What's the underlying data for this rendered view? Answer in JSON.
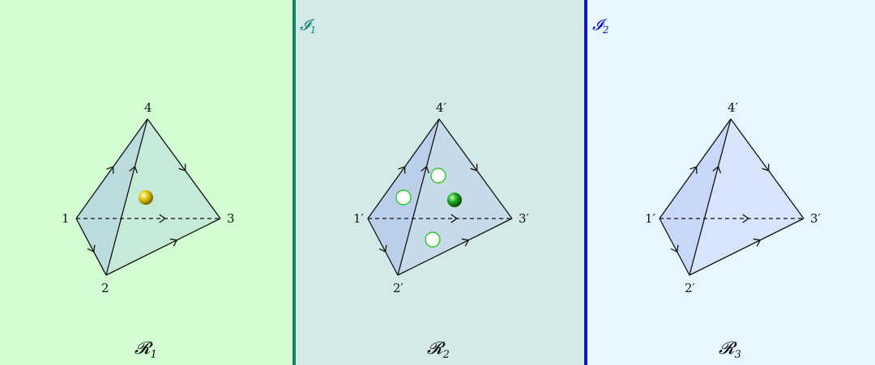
{
  "colors": {
    "region1_bg": "#d3fdd3",
    "region2_bg": "#d4eae8",
    "region3_bg": "#e8f6fe",
    "interface1": "#138273",
    "interface2": "#0a14d2",
    "face_fill": "#8a94ee",
    "yellow_ball": "#d8c20a",
    "green_ball": "#1aa61a",
    "open_circle_stroke": "#22cc22"
  },
  "interfaces": [
    {
      "label": "𝓘",
      "sub": "1"
    },
    {
      "label": "𝓘",
      "sub": "2"
    }
  ],
  "regions": [
    {
      "label": "𝓡",
      "sub": "1",
      "vertices": {
        "top": "4",
        "left": "1",
        "right": "3",
        "bottom": "2"
      },
      "markers": "yellow-ball"
    },
    {
      "label": "𝓡",
      "sub": "2",
      "vertices": {
        "top": "4′",
        "left": "1′",
        "right": "3′",
        "bottom": "2′"
      },
      "markers": "green-ball-with-open-circles"
    },
    {
      "label": "𝓡",
      "sub": "3",
      "vertices": {
        "top": "4′",
        "left": "1′",
        "right": "3′",
        "bottom": "2′"
      },
      "markers": "none"
    }
  ]
}
